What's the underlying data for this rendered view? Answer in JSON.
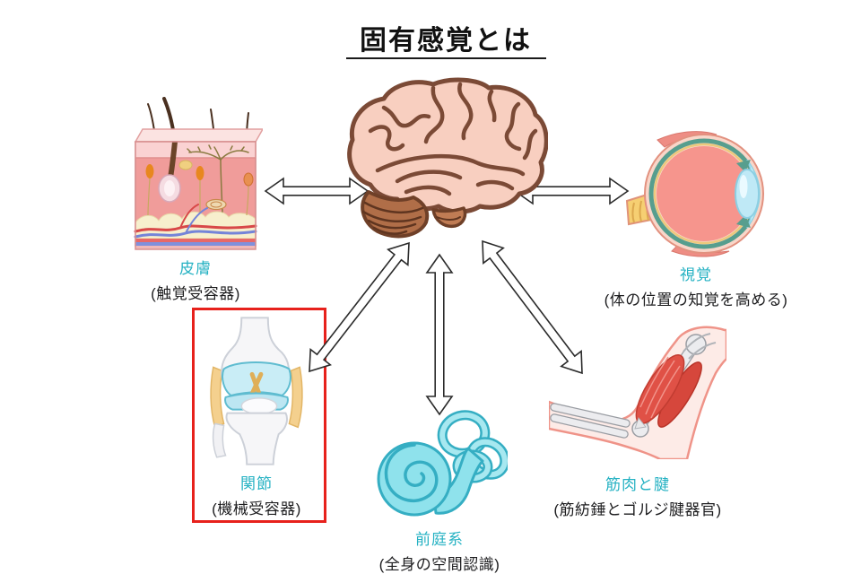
{
  "title": "固有感覚とは",
  "colors": {
    "accent": "#26b2c3",
    "highlight": "#e7211c"
  },
  "center_node": {
    "id": "brain",
    "icon": "brain-icon"
  },
  "nodes": {
    "skin": {
      "label": "皮膚",
      "description": "(触覚受容器)",
      "icon": "skin-cross-section-icon"
    },
    "vision": {
      "label": "視覚",
      "description": "(体の位置の知覚を高める)",
      "icon": "eye-icon"
    },
    "joint": {
      "label": "関節",
      "description": "(機械受容器)",
      "icon": "knee-joint-icon",
      "highlighted": true
    },
    "vestibular": {
      "label": "前庭系",
      "description": "(全身の空間認識)",
      "icon": "vestibular-system-icon"
    },
    "muscle": {
      "label": "筋肉と腱",
      "description": "(筋紡錘とゴルジ腱器官)",
      "icon": "arm-muscle-icon"
    }
  },
  "connections": [
    {
      "from": "brain",
      "to": "skin",
      "bidirectional": true
    },
    {
      "from": "brain",
      "to": "vision",
      "bidirectional": true
    },
    {
      "from": "brain",
      "to": "joint",
      "bidirectional": true
    },
    {
      "from": "brain",
      "to": "vestibular",
      "bidirectional": true
    },
    {
      "from": "brain",
      "to": "muscle",
      "bidirectional": true
    }
  ]
}
